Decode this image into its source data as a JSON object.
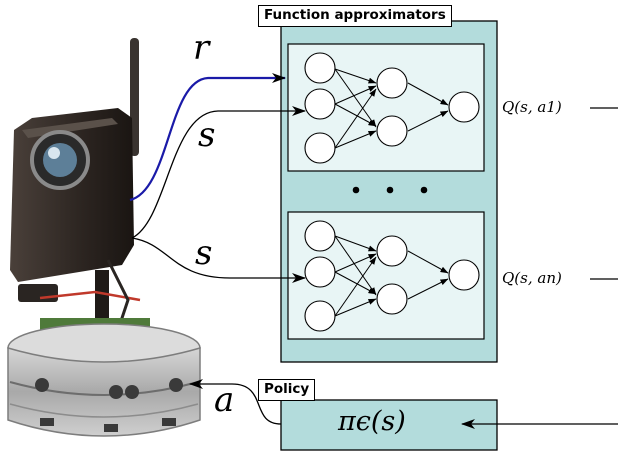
{
  "diagram": {
    "function_box_title": "Function approximators",
    "policy_box_title": "Policy",
    "reward_label": "r",
    "state_label_top": "s",
    "state_label_bottom": "s",
    "action_label": "a",
    "policy_function": "πϵ(s)",
    "q_outputs": [
      "Q(s, a1)",
      "Q(s, an)"
    ],
    "ellipsis": "• • •",
    "colors": {
      "panel_fill": "#b3dcdc",
      "network_fill": "#e8f5f5",
      "reward_arrow": "#1a1aa8",
      "line": "#000000",
      "robot_body": "#b8b8b8",
      "camera_body": "#2b2420"
    }
  }
}
